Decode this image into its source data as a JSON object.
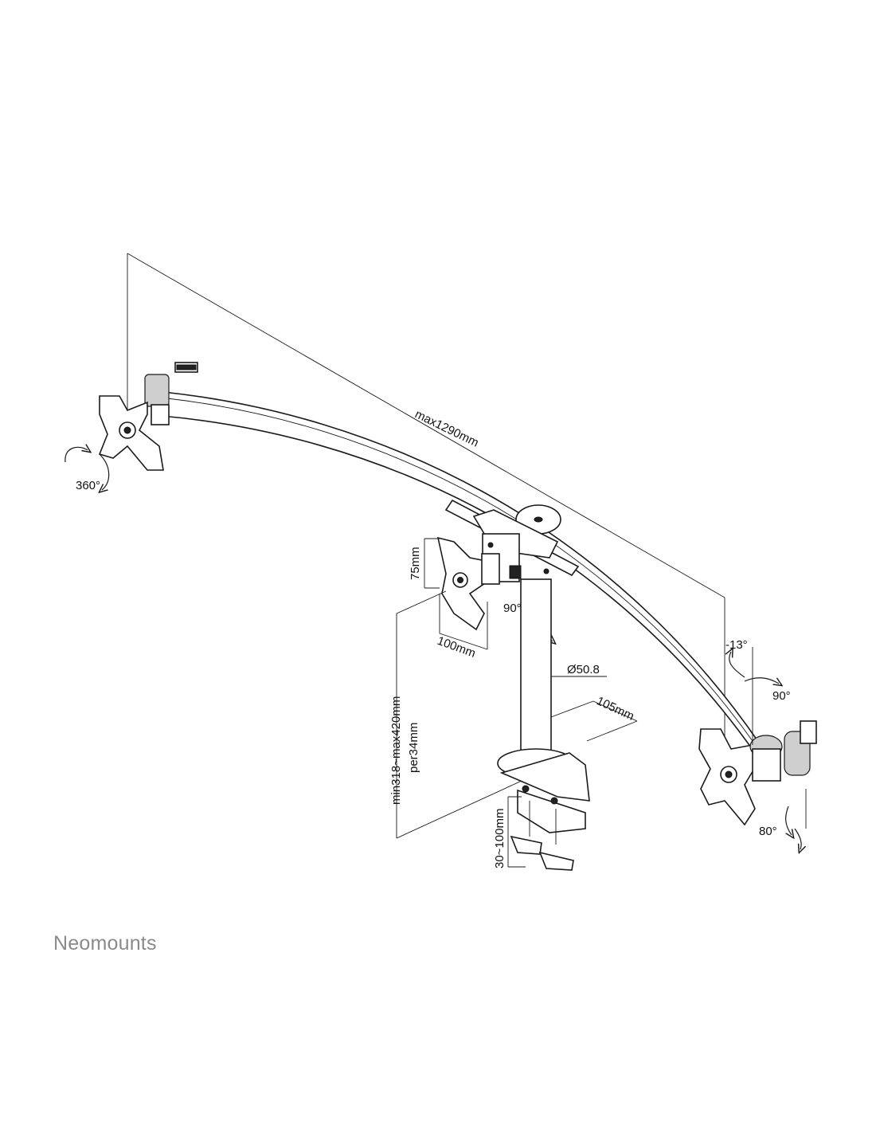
{
  "diagram": {
    "dimension_labels": {
      "max_width": "max1290mm",
      "rotation_left": "360°",
      "vesa_height": "75mm",
      "vesa_width": "100mm",
      "swivel_center": "90°",
      "pole_diameter": "Ø50.8",
      "base_depth": "105mm",
      "height_range": "min318~max420mm",
      "height_step": "per34mm",
      "desk_thickness": "30~100mm",
      "tilt_up": "-13°",
      "swivel_right": "90°",
      "tilt_down": "80°"
    }
  },
  "brand": {
    "name": "Neomounts"
  }
}
